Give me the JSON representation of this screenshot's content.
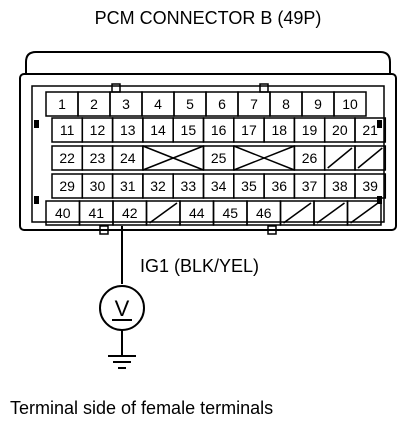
{
  "title": "PCM CONNECTOR B (49P)",
  "wire_label": "IG1 (BLK/YEL)",
  "caption": "Terminal side of female terminals",
  "meter_symbol": "V",
  "icons": [
    "voltmeter-icon",
    "ground-icon"
  ],
  "connector": {
    "rows": [
      [
        "1",
        "2",
        "3",
        "4",
        "5",
        "6",
        "7",
        "8",
        "9",
        "10"
      ],
      [
        "11",
        "12",
        "13",
        "14",
        "15",
        "16",
        "17",
        "18",
        "19",
        "20",
        "21"
      ],
      [
        "22",
        "23",
        "24",
        "X",
        "25",
        "X",
        "26",
        "/",
        "/"
      ],
      [
        "29",
        "30",
        "31",
        "32",
        "33",
        "34",
        "35",
        "36",
        "37",
        "38",
        "39"
      ],
      [
        "40",
        "41",
        "42",
        "/",
        "44",
        "45",
        "46",
        "/",
        "/",
        "/"
      ]
    ],
    "probed_terminal": "42"
  }
}
